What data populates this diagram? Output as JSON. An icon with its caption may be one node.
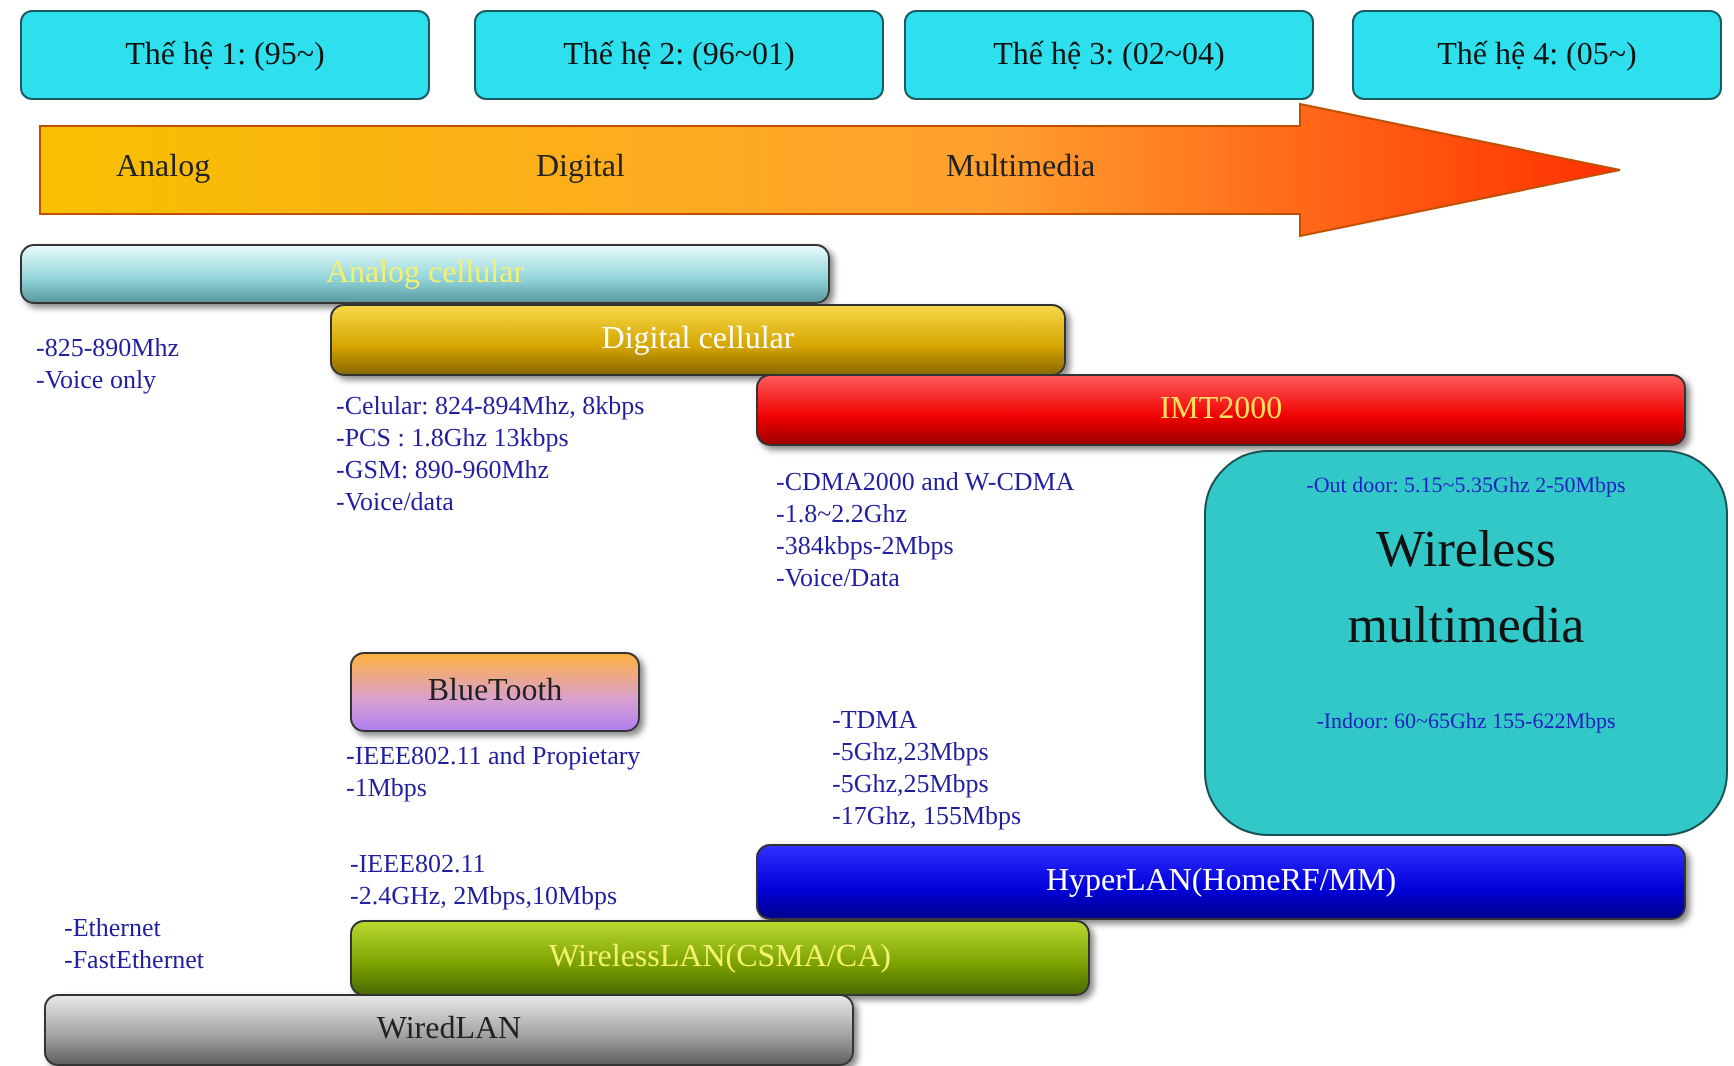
{
  "diagram": {
    "nodes": [
      {
        "text": [
          "Thế hệ 1: (95~)"
        ]
      },
      {
        "text": [
          "Thế hệ 2: (96~01)"
        ]
      },
      {
        "text": [
          "Thế hệ 3: (02~04)"
        ]
      },
      {
        "text": [
          "Thế hệ 4: (05~)"
        ]
      },
      {
        "text": [
          "Analog",
          "Digital",
          "Multimedia"
        ]
      },
      {
        "text": [
          "Analog cellular"
        ],
        "beside": [
          "-825-890Mhz",
          "-Voice only"
        ]
      },
      {
        "text": [
          "Digital cellular"
        ],
        "beside": [
          "-Celular: 824-894Mhz, 8kbps",
          "-PCS : 1.8Ghz 13kbps",
          "-GSM: 890-960Mhz",
          "-Voice/data"
        ]
      },
      {
        "text": [
          "IMT2000"
        ],
        "beside": [
          "-CDMA2000 and W-CDMA",
          "-1.8~2.2Ghz",
          "-384kbps-2Mbps",
          "-Voice/Data"
        ]
      },
      {
        "text": [
          "-Out door: 5.15~5.35Ghz 2-50Mbps",
          "Wireless multimedia",
          "-Indoor: 60~65Ghz 155-622Mbps"
        ]
      },
      {
        "text": [
          "BlueTooth"
        ],
        "beside": [
          "-IEEE802.11 and Propietary",
          "-1Mbps"
        ]
      },
      {
        "text": [
          "HyperLAN(HomeRF/MM)"
        ],
        "beside": [
          "-TDMA",
          "-5Ghz,23Mbps",
          "-5Ghz,25Mbps",
          "-17Ghz, 155Mbps"
        ]
      },
      {
        "text": [
          "WirelessLAN(CSMA/CA)"
        ],
        "beside": [
          "-IEEE802.11",
          "-2.4GHz, 2Mbps,10Mbps"
        ]
      },
      {
        "text": [
          "WiredLAN"
        ],
        "beside": [
          "-Ethernet",
          "-FastEthernet"
        ]
      }
    ]
  }
}
